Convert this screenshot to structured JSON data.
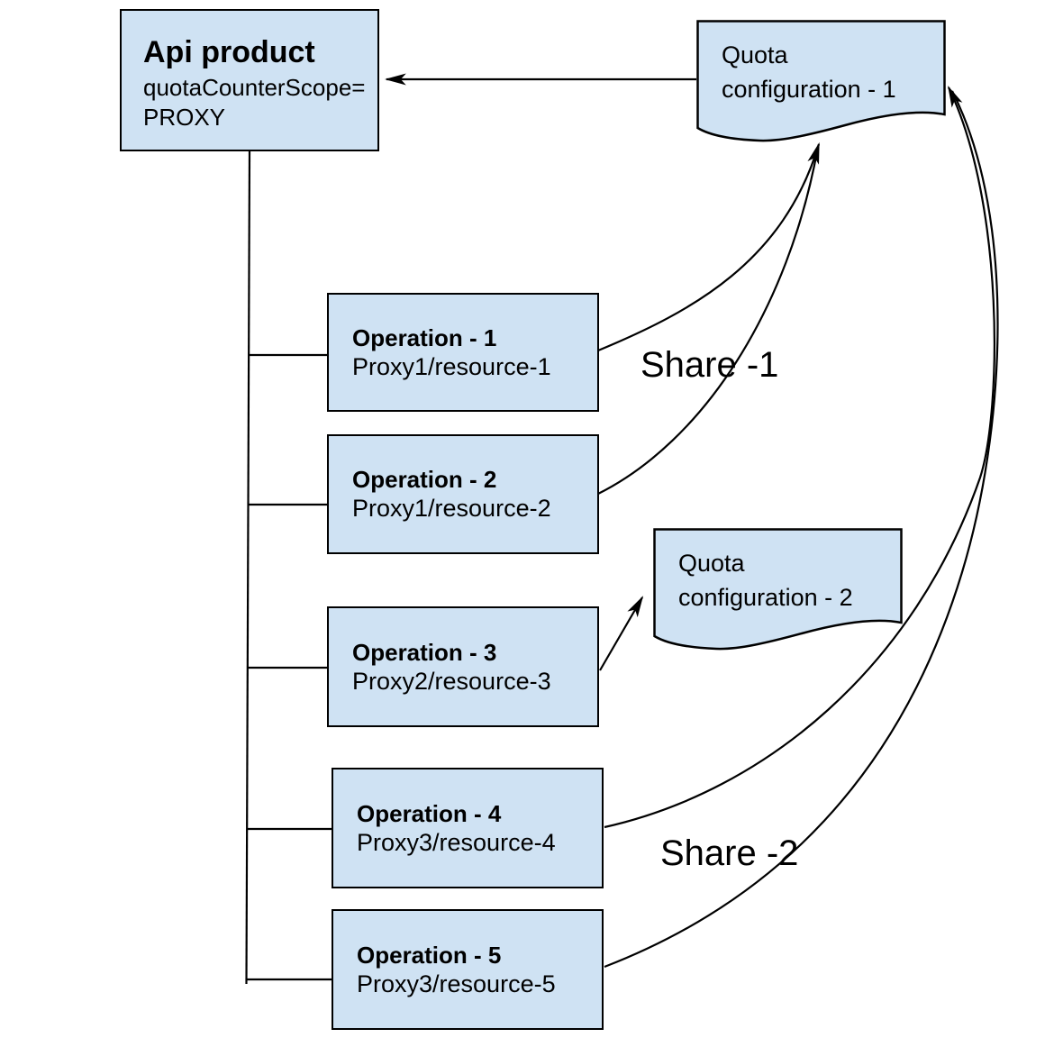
{
  "diagram": {
    "api_product": {
      "title": "Api product",
      "attr_line1": "quotaCounterScope=",
      "attr_line2": "PROXY"
    },
    "quota_configurations": [
      {
        "name_lines": [
          "Quota",
          "configuration - 1"
        ]
      },
      {
        "name_lines": [
          "Quota",
          "configuration - 2"
        ]
      }
    ],
    "operations": [
      {
        "title": "Operation - 1",
        "subtitle": "Proxy1/resource-1"
      },
      {
        "title": "Operation - 2",
        "subtitle": "Proxy1/resource-2"
      },
      {
        "title": "Operation - 3",
        "subtitle": "Proxy2/resource-3"
      },
      {
        "title": "Operation - 4",
        "subtitle": "Proxy3/resource-4"
      },
      {
        "title": "Operation - 5",
        "subtitle": "Proxy3/resource-5"
      }
    ],
    "share_labels": [
      "Share -1",
      "Share -2"
    ],
    "colors": {
      "node_fill": "#cfe2f3",
      "node_border": "#000000",
      "connector": "#000000",
      "background": "#ffffff"
    }
  }
}
